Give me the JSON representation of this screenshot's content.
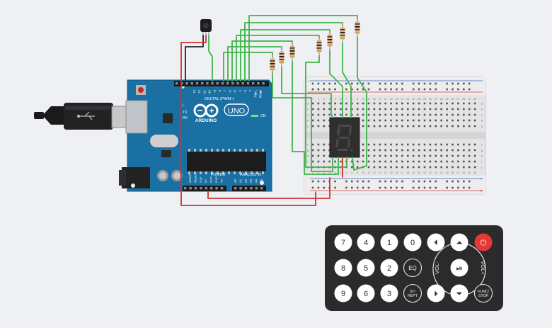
{
  "arduino": {
    "brand": "ARDUINO",
    "model": "UNO",
    "on_label": "ON",
    "digital_label": "DIGITAL (PWM~)",
    "power_label": "POWER",
    "analog_label": "ANALOG IN",
    "tx": "TX",
    "rx": "RX",
    "l": "L",
    "ioref": "IOREF",
    "aref": "AREF",
    "gnd": "GND",
    "digital_pins": [
      "13",
      "12",
      "~11",
      "~10",
      "~9",
      "8",
      "7",
      "~6",
      "~5",
      "4",
      "~3",
      "2",
      "TX▶1",
      "RX◀0"
    ],
    "power_pins": [
      "IOREF",
      "RESET",
      "3.3V",
      "5V",
      "GND",
      "GND",
      "Vin"
    ],
    "analog_pins": [
      "A0",
      "A1",
      "A2",
      "A3",
      "A4",
      "A5"
    ]
  },
  "breadboard": {
    "col_numbers": [
      "1",
      "2",
      "3",
      "4",
      "5",
      "6",
      "7",
      "8",
      "9",
      "10",
      "11",
      "12",
      "13",
      "14",
      "15",
      "16",
      "17",
      "18",
      "19",
      "20",
      "21",
      "22",
      "23",
      "24",
      "25",
      "26",
      "27",
      "28",
      "29",
      "30"
    ],
    "row_letters_top": [
      "a",
      "b",
      "c",
      "d",
      "e"
    ],
    "row_letters_bottom": [
      "f",
      "g",
      "h",
      "i",
      "j"
    ],
    "plus": "+",
    "minus": "−"
  },
  "display": {
    "digit": "8"
  },
  "remote": {
    "buttons": [
      {
        "id": "btn-7",
        "label": "7"
      },
      {
        "id": "btn-4",
        "label": "4"
      },
      {
        "id": "btn-1",
        "label": "1"
      },
      {
        "id": "btn-0",
        "label": "0"
      },
      {
        "id": "btn-prev",
        "label": "⏴"
      },
      {
        "id": "btn-up",
        "label": "⏶"
      },
      {
        "id": "btn-power",
        "label": "⏻"
      },
      {
        "id": "btn-8",
        "label": "8"
      },
      {
        "id": "btn-5",
        "label": "5"
      },
      {
        "id": "btn-2",
        "label": "2"
      },
      {
        "id": "btn-eq",
        "label": "EQ"
      },
      {
        "id": "btn-vol-down",
        "label": "VOL-"
      },
      {
        "id": "btn-play",
        "label": "⏯"
      },
      {
        "id": "btn-vol-up",
        "label": "VOL+"
      },
      {
        "id": "btn-9",
        "label": "9"
      },
      {
        "id": "btn-6",
        "label": "6"
      },
      {
        "id": "btn-3",
        "label": "3"
      },
      {
        "id": "btn-st-rept",
        "label": "ST/ REPT"
      },
      {
        "id": "btn-next",
        "label": "⏵"
      },
      {
        "id": "btn-down",
        "label": "⏷"
      },
      {
        "id": "btn-func-stop",
        "label": "FUNC/ STOP"
      }
    ]
  },
  "colors": {
    "board": "#1a6fa3",
    "wire_green": "#3fb34a",
    "wire_red": "#d62f2f",
    "wire_black": "#222222",
    "remote": "#2b2b2b",
    "power_button": "#e53935",
    "background": "#eef0f3"
  }
}
